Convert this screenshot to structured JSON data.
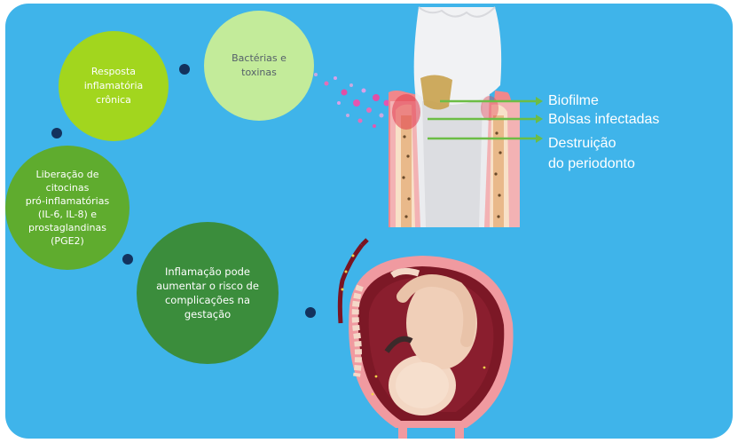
{
  "circles": {
    "bacteria": "Bactérias e\ntoxinas",
    "response": "Resposta\ninflamatória\ncrônica",
    "release": "Liberação de\ncitocinas\npró-inflamatórias\n(IL-6, IL-8) e\nprostaglandinas\n(PGE2)",
    "inflammation": "Inflamação pode\naumentar o risco de\ncomplicações na\ngestação"
  },
  "tooth_labels": {
    "biofilm": "Biofilme",
    "pockets": "Bolsas infectadas",
    "destruction_line1": "Destruição",
    "destruction_line2": "do periodonto"
  },
  "colors": {
    "background": "#3fb4ea",
    "bacteria_circle": "#c3eb9a",
    "response_circle": "#a2d61e",
    "release_circle": "#5fac2e",
    "inflammation_circle": "#3b8d3c",
    "connector_dot": "#13325e",
    "pointer_line": "#6cbd45"
  },
  "illustrations": [
    "tooth-periodontitis-illustration",
    "pregnant-uterus-fetus-illustration"
  ]
}
